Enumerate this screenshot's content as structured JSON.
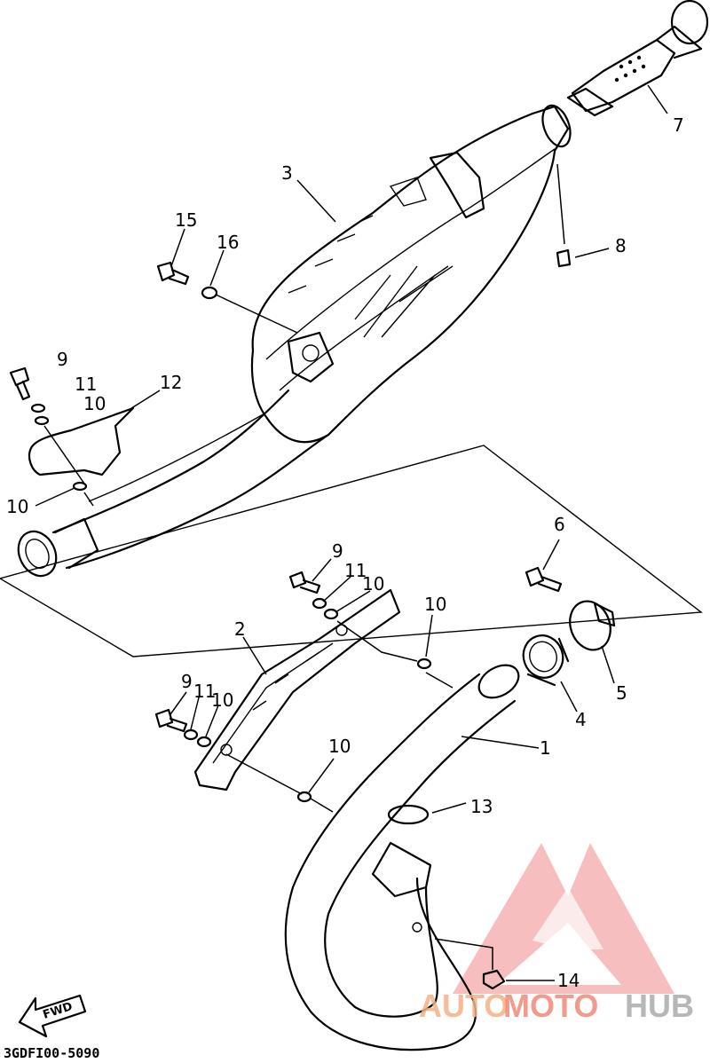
{
  "callouts": {
    "c1": "1",
    "c2": "2",
    "c3": "3",
    "c4": "4",
    "c5": "5",
    "c6": "6",
    "c7": "7",
    "c8": "8",
    "c9a": "9",
    "c9b": "9",
    "c9c": "9",
    "c10a": "10",
    "c10b": "10",
    "c10c": "10",
    "c10d": "10",
    "c10e": "10",
    "c10f": "10",
    "c11a": "11",
    "c11b": "11",
    "c11c": "11",
    "c12": "12",
    "c13": "13",
    "c14": "14",
    "c15": "15",
    "c16": "16"
  },
  "fwd_label": "FWD",
  "diagram_code": "3GDFI00-5090",
  "watermark": {
    "auto": "AUTO",
    "moto": "MOTO",
    "hub": "HUB",
    "logo_color": "#f08a8a"
  }
}
